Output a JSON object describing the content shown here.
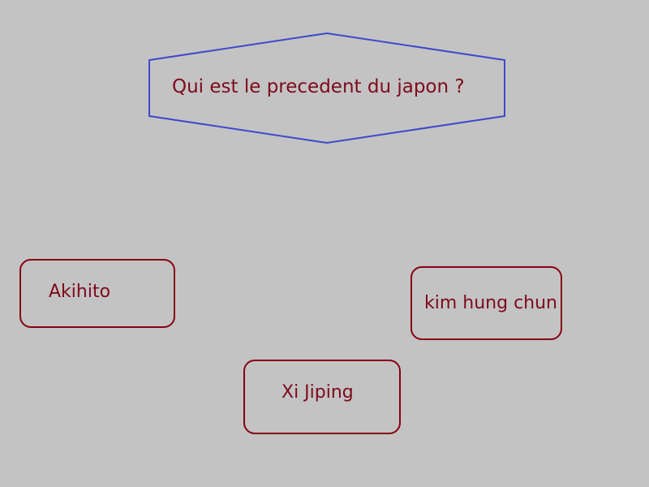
{
  "question": {
    "text": "Qui est le precedent du japon ?"
  },
  "answers": [
    {
      "label": "Akihito"
    },
    {
      "label": "kim hung chun"
    },
    {
      "label": "Xi Jiping"
    }
  ],
  "colors": {
    "background": "#c3c3c3",
    "question_border": "#3f48cc",
    "answer_border": "#880015",
    "text": "#7d0a1c"
  }
}
